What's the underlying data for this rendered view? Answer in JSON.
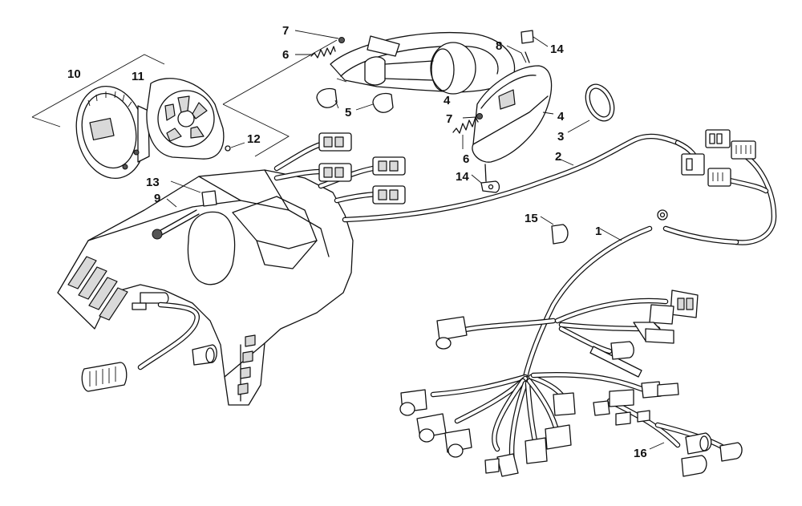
{
  "diagram": {
    "callouts": [
      "1",
      "2",
      "3",
      "4",
      "4",
      "5",
      "6",
      "6",
      "7",
      "7",
      "8",
      "9",
      "10",
      "11",
      "12",
      "13",
      "14",
      "14",
      "15",
      "16"
    ]
  }
}
